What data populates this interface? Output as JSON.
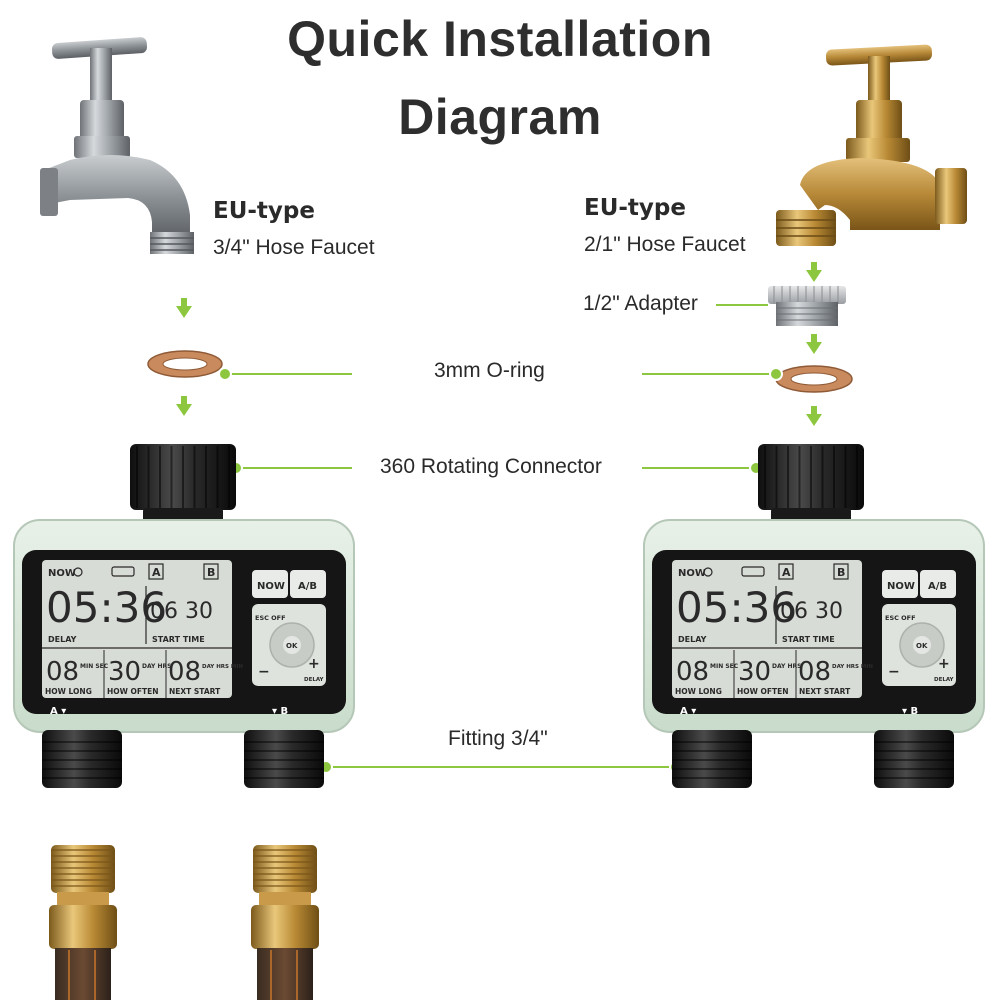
{
  "title": {
    "line1": "Quick Installation",
    "line2": "Diagram"
  },
  "left_faucet": {
    "type": "EU-type",
    "size": "3/4\" Hose Faucet"
  },
  "right_faucet": {
    "type": "EU-type",
    "size": "2/1\" Hose Faucet"
  },
  "labels": {
    "adapter": "1/2\" Adapter",
    "oring": "3mm O-ring",
    "connector": "360 Rotating Connector",
    "fitting": "Fitting 3/4\""
  },
  "lcd": {
    "now": "NOW",
    "channel_a": "A",
    "channel_b": "B",
    "clock": "05:36",
    "start_time_value": "06 30",
    "delay": "DELAY",
    "start_time": "START TIME",
    "how_long_value": "08",
    "how_long_units": "MIN SEC",
    "how_often_value": "30",
    "how_often_units": "DAY HRS",
    "next_start_value": "08",
    "next_start_units": "DAY HRS MIN",
    "how_long": "HOW LONG",
    "how_often": "HOW OFTEN",
    "next_start": "NEXT START",
    "btn_now": "NOW",
    "btn_ab": "A/B",
    "btn_esc": "ESC OFF",
    "btn_ok": "OK",
    "btn_minus": "−",
    "btn_plus": "+",
    "btn_delay": "DELAY",
    "outlet_a": "A",
    "outlet_b": "B"
  },
  "colors": {
    "arrow_green": "#8dc63f",
    "timer_body": "#dbe9dc",
    "lcd_bg": "#d8dcd6",
    "oring": "#c98a5e",
    "brass": "#c99a4a",
    "steel": "#a9adb1"
  }
}
